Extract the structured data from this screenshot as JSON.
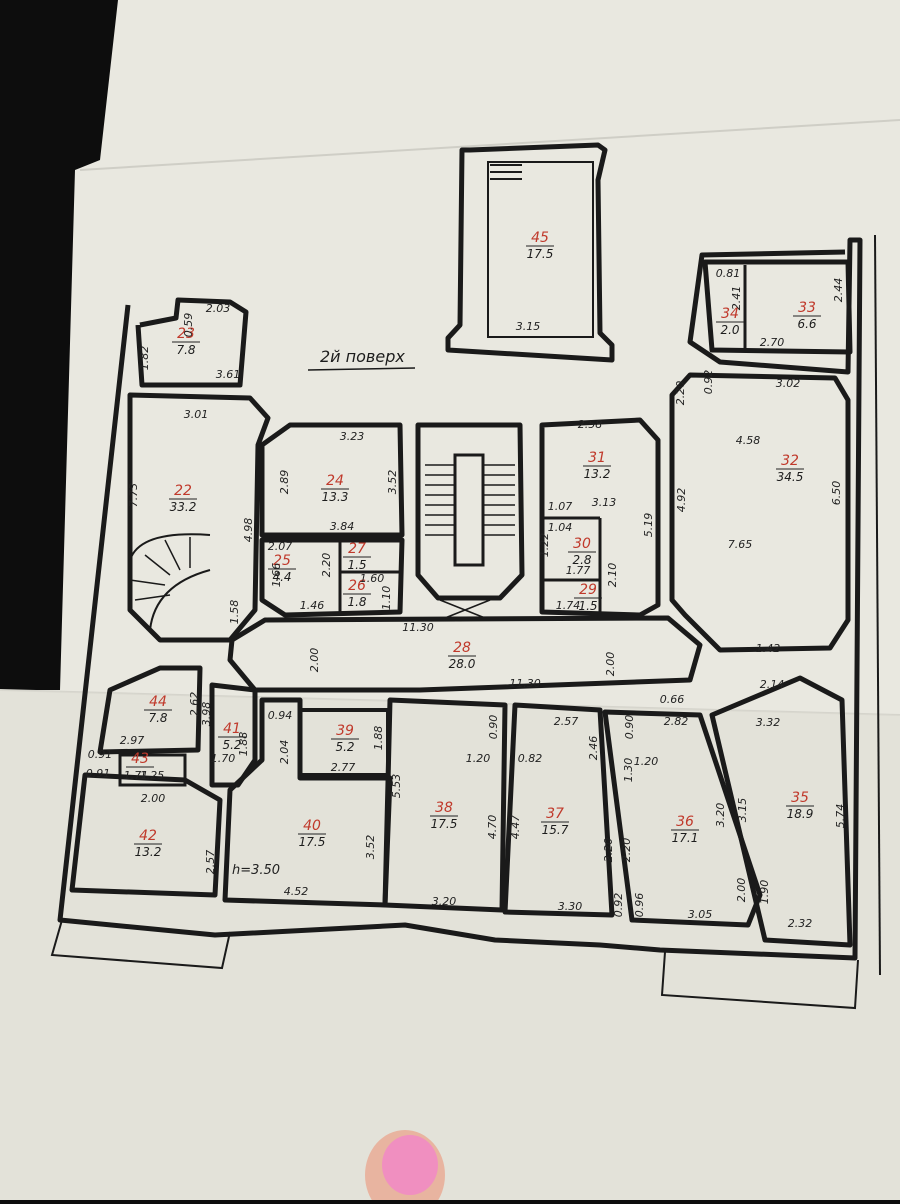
{
  "floor_title": "2й поверх",
  "height_note": "h=3.50",
  "rooms": [
    {
      "num": "45",
      "area": "17.5"
    },
    {
      "num": "23",
      "area": "7.8"
    },
    {
      "num": "34",
      "area": "2.0"
    },
    {
      "num": "33",
      "area": "6.6"
    },
    {
      "num": "22",
      "area": "33.2"
    },
    {
      "num": "24",
      "area": "13.3"
    },
    {
      "num": "31",
      "area": "13.2"
    },
    {
      "num": "32",
      "area": "34.5"
    },
    {
      "num": "25",
      "area": "4.4"
    },
    {
      "num": "27",
      "area": "1.5"
    },
    {
      "num": "26",
      "area": "1.8"
    },
    {
      "num": "30",
      "area": "2.8"
    },
    {
      "num": "29",
      "area": "1.5"
    },
    {
      "num": "28",
      "area": "28.0"
    },
    {
      "num": "44",
      "area": "7.8"
    },
    {
      "num": "41",
      "area": "5.2"
    },
    {
      "num": "39",
      "area": "5.2"
    },
    {
      "num": "43",
      "area": ""
    },
    {
      "num": "42",
      "area": "13.2"
    },
    {
      "num": "40",
      "area": "17.5"
    },
    {
      "num": "38",
      "area": "17.5"
    },
    {
      "num": "37",
      "area": "15.7"
    },
    {
      "num": "36",
      "area": "17.1"
    },
    {
      "num": "35",
      "area": "18.9"
    }
  ],
  "dimensions": [
    "3.15",
    "2.03",
    "0.59",
    "1.82",
    "3.61",
    "3.01",
    "0.81",
    "2.41",
    "2.44",
    "2.70",
    "2.20",
    "0.92",
    "3.02",
    "3.23",
    "2.58",
    "2.89",
    "3.52",
    "3.84",
    "4.98",
    "1.07",
    "3.13",
    "5.19",
    "4.58",
    "4.92",
    "6.50",
    "7.73",
    "2.07",
    "2.20",
    "1.66",
    "1.46",
    "1.60",
    "1.10",
    "1.04",
    "1.22",
    "1.77",
    "2.10",
    "1.74",
    "7.65",
    "1.58",
    "11.30",
    "2.00",
    "2.00",
    "1.42",
    "11.30",
    "2.14",
    "2.62",
    "3.98",
    "2.97",
    "0.91",
    "1.88",
    "0.94",
    "2.04",
    "1.88",
    "2.77",
    "1.70",
    "0.91",
    "1.71",
    "1.25",
    "2.00",
    "2.57",
    "0.90",
    "1.20",
    "5.53",
    "4.70",
    "0.82",
    "2.57",
    "2.46",
    "4.47",
    "0.90",
    "1.20",
    "1.30",
    "0.66",
    "2.82",
    "3.32",
    "3.20",
    "3.15",
    "5.74",
    "2.20",
    "2.20",
    "3.52",
    "4.52",
    "3.20",
    "3.30",
    "0.92",
    "0.96",
    "3.05",
    "2.00",
    "1.90",
    "2.32"
  ]
}
